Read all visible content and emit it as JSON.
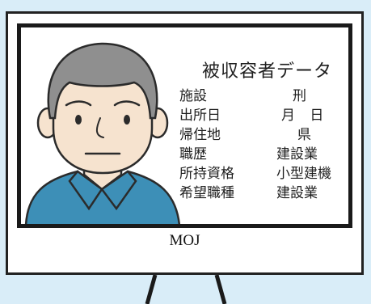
{
  "brand": "MOJ",
  "card": {
    "title": "被収容者データ",
    "rows": [
      {
        "label": "施設",
        "value": "刑"
      },
      {
        "label": "出所日",
        "value": "月 日"
      },
      {
        "label": "帰住地",
        "value": "県"
      },
      {
        "label": "職歴",
        "value": "建設業"
      },
      {
        "label": "所持資格",
        "value": "小型建機"
      },
      {
        "label": "希望職種",
        "value": "建設業"
      }
    ]
  },
  "colors": {
    "background": "#d9edf8",
    "shirt": "#3d8fb7",
    "hair": "#8f8f8f",
    "skin": "#f6e3cf"
  }
}
